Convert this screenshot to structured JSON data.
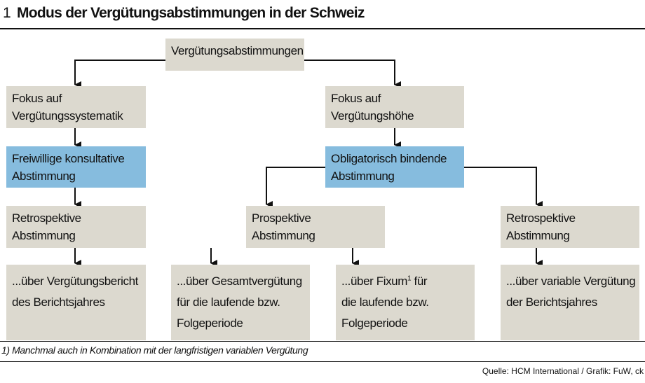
{
  "header": {
    "number": "1",
    "title": "Modus der Vergütungsabstimmungen in der Schweiz"
  },
  "nodes": {
    "root": {
      "lines": [
        "Vergütungsabstimmungen"
      ]
    },
    "focus_system": {
      "lines": [
        "Fokus auf",
        "Vergütungssystematik"
      ]
    },
    "focus_amount": {
      "lines": [
        "Fokus auf",
        "Vergütungshöhe"
      ]
    },
    "voluntary_vote": {
      "lines": [
        "Freiwillige konsultative",
        "Abstimmung"
      ]
    },
    "binding_vote": {
      "lines": [
        "Obligatorisch bindende",
        "Abstimmung"
      ]
    },
    "retro_left": {
      "lines": [
        "Retrospektive",
        "Abstimmung"
      ]
    },
    "prospective": {
      "lines": [
        "Prospektive",
        "Abstimmung"
      ]
    },
    "retro_right": {
      "lines": [
        "Retrospektive",
        "Abstimmung"
      ]
    },
    "report": {
      "lines": [
        "...über Vergütungsbericht",
        "des Berichtsjahres"
      ]
    },
    "total_comp": {
      "lines": [
        "...über Gesamtvergütung",
        "für die laufende bzw.",
        "Folgeperiode"
      ]
    },
    "fixed": {
      "line1_prefix": "...über Fixum",
      "line1_sup": "1",
      "line1_suffix": " für",
      "lines_rest": [
        "die laufende bzw.",
        "Folgeperiode"
      ]
    },
    "variable": {
      "lines": [
        "...über variable Vergütung",
        "der Berichtsjahres"
      ]
    }
  },
  "colors": {
    "grey_box": "#dcd9cf",
    "blue_box": "#86bcde",
    "line": "#111111"
  },
  "footer": {
    "footnote": "1) Manchmal auch in Kombination mit der langfristigen variablen Vergütung",
    "source": "Quelle: HCM International / Grafik: FuW, ck"
  }
}
